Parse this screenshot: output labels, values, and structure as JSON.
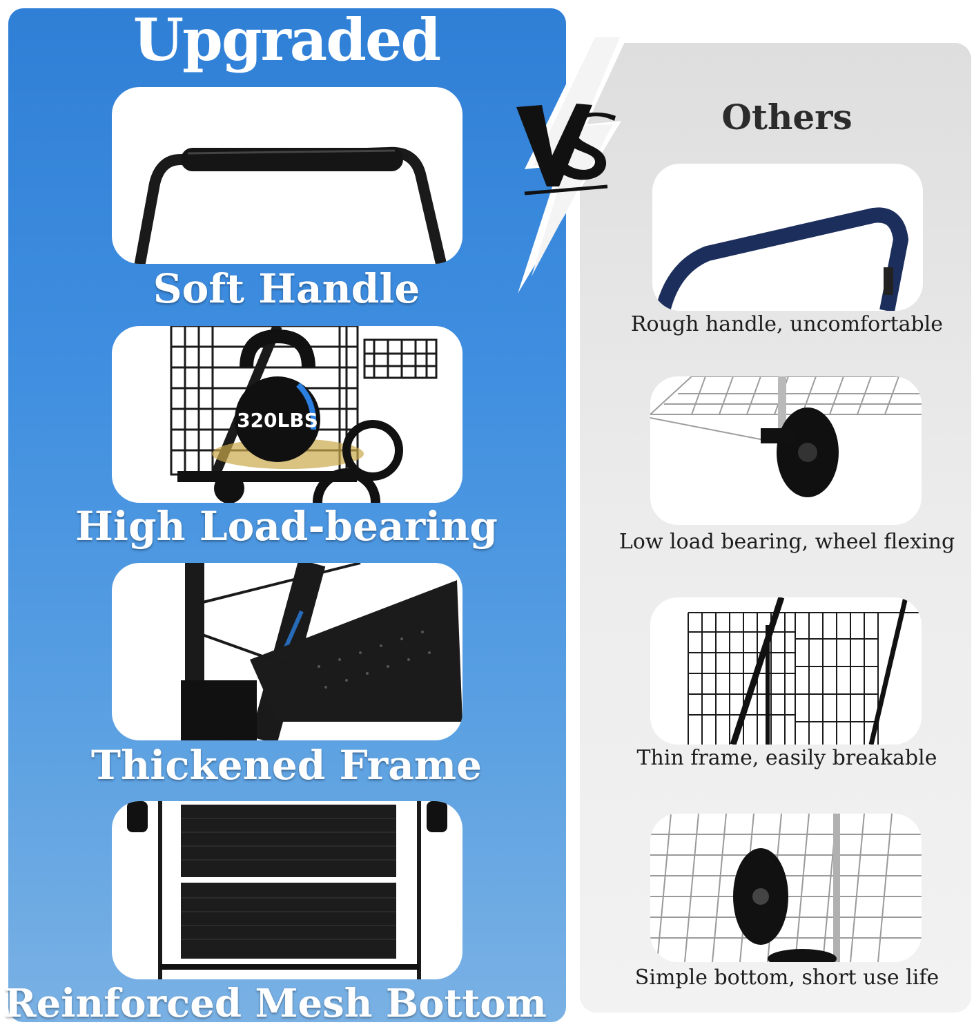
{
  "upgraded": {
    "title": "Upgraded",
    "features": [
      {
        "label": "Soft Handle"
      },
      {
        "label": "High Load-bearing",
        "badge": "320LBS"
      },
      {
        "label": "Thickened Frame"
      },
      {
        "label": "Reinforced Mesh Bottom"
      }
    ]
  },
  "vs_text": "VS",
  "others": {
    "title": "Others",
    "features": [
      {
        "label": "Rough handle, uncomfortable"
      },
      {
        "label": "Low load bearing, wheel flexing"
      },
      {
        "label": "Thin frame, easily breakable"
      },
      {
        "label": "Simple bottom, short use life"
      }
    ]
  },
  "colors": {
    "accent_blue": "#2f7fd6",
    "cart_black": "#1a1a1a",
    "handle_navy": "#1c2e5c",
    "wire_silver": "#a9a9a9"
  }
}
